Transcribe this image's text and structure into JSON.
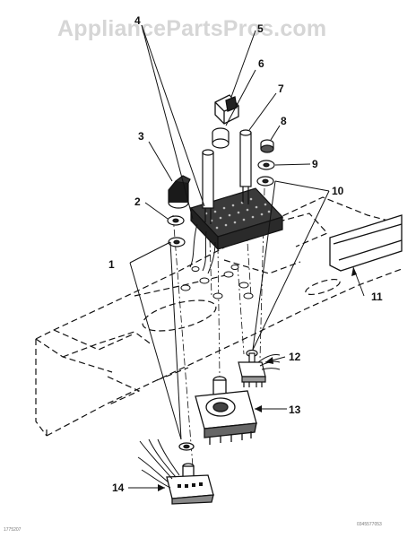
{
  "watermark": "AppliancePartsPros.com",
  "callouts": [
    {
      "id": "1",
      "label": "1"
    },
    {
      "id": "2",
      "label": "2"
    },
    {
      "id": "3",
      "label": "3"
    },
    {
      "id": "4",
      "label": "4"
    },
    {
      "id": "5",
      "label": "5"
    },
    {
      "id": "6",
      "label": "6"
    },
    {
      "id": "7",
      "label": "7"
    },
    {
      "id": "8",
      "label": "8"
    },
    {
      "id": "9",
      "label": "9"
    },
    {
      "id": "10",
      "label": "10"
    },
    {
      "id": "11",
      "label": "11"
    },
    {
      "id": "12",
      "label": "12"
    },
    {
      "id": "13",
      "label": "13"
    },
    {
      "id": "14",
      "label": "14"
    }
  ],
  "footer": {
    "left_code": "1775207",
    "right_code": "0345577053"
  },
  "colors": {
    "ink": "#111111",
    "watermark": "#d6d6d6"
  }
}
